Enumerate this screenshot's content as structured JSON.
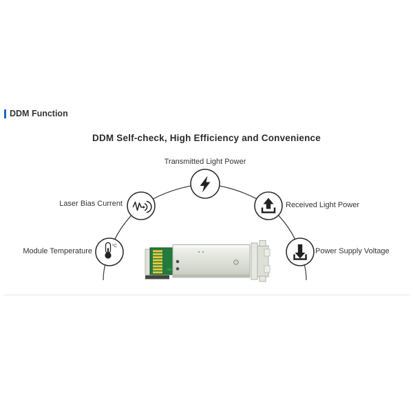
{
  "header": {
    "section_title": "DDM Function",
    "accent_color": "#1a64c8"
  },
  "diagram": {
    "title": "DDM Self-check, High Efficiency and Convenience",
    "nodes": [
      {
        "label": "Transmitted Light Power",
        "icon": "lightning-bolt-icon",
        "position": "top"
      },
      {
        "label": "Laser Bias Current",
        "icon": "waveform-signal-icon",
        "position": "upper-left"
      },
      {
        "label": "Received Light Power",
        "icon": "upload-arrow-icon",
        "position": "upper-right"
      },
      {
        "label": "Module Temperature",
        "icon": "thermometer-icon",
        "position": "lower-left"
      },
      {
        "label": "Power Supply Voltage",
        "icon": "download-arrow-icon",
        "position": "lower-right"
      }
    ],
    "thermometer_unit": "°C",
    "center_image": "sfp-optical-transceiver-module"
  },
  "colors": {
    "accent_blue": "#1a64c8",
    "line_dark": "#333333",
    "pcb_green": "#237a3e",
    "gold_fingers": "#e8c93f",
    "module_silver": "#dfe2da",
    "divider_gray": "#e6e6e6"
  }
}
